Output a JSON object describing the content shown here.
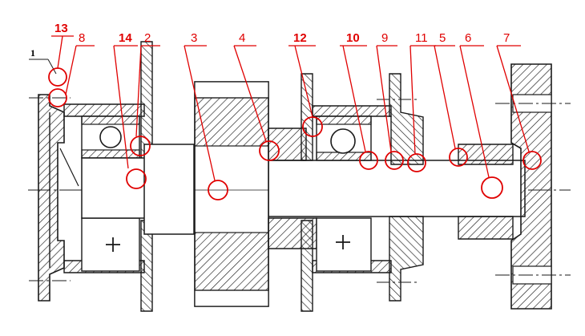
{
  "drawing": {
    "ink_color": "#1a1a1a",
    "callout_color": "#e00000",
    "hatch_label": "section hatching",
    "small_label": "1",
    "plus_symbol": "+"
  },
  "callouts": [
    {
      "id": "13",
      "bold": true
    },
    {
      "id": "8",
      "bold": false
    },
    {
      "id": "14",
      "bold": true
    },
    {
      "id": "2",
      "bold": false
    },
    {
      "id": "3",
      "bold": false
    },
    {
      "id": "4",
      "bold": false
    },
    {
      "id": "12",
      "bold": true
    },
    {
      "id": "10",
      "bold": true
    },
    {
      "id": "9",
      "bold": false
    },
    {
      "id": "11",
      "bold": false
    },
    {
      "id": "5",
      "bold": false
    },
    {
      "id": "6",
      "bold": false
    },
    {
      "id": "7",
      "bold": false
    }
  ]
}
